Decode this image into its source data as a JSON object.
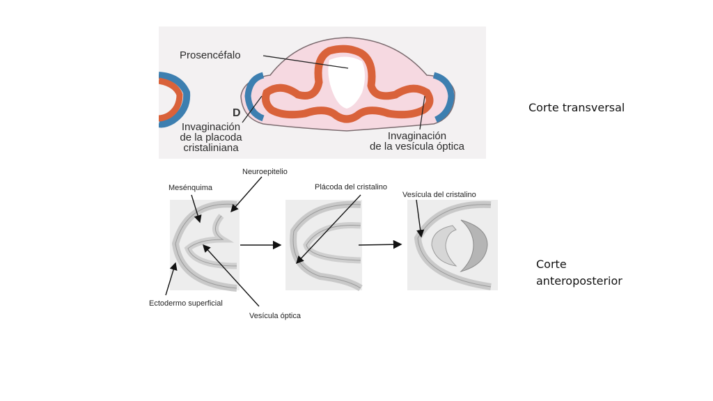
{
  "top_figure": {
    "labels": {
      "prosencefalo": "Prosencéfalo",
      "panel_letter": "D",
      "placoda_line1": "Invaginación",
      "placoda_line2": "de la placoda",
      "placoda_line3": "cristaliniana",
      "vesicula_line1": "Invaginación",
      "vesicula_line2": "de la vesícula óptica"
    },
    "colors": {
      "neural_tube": "#d9623a",
      "ectoderm_blue": "#3d7fb0",
      "mesenchyme_pink": "#f6d9e1",
      "background": "#f3f1f2"
    }
  },
  "bottom_figure": {
    "labels": {
      "mesenquima": "Mesénquima",
      "neuroepitelio": "Neuroepitelio",
      "ectodermo": "Ectodermo superficial",
      "vesicula_optica": "Vesícula óptica",
      "placoda_cristalino": "Plácoda del cristalino",
      "vesicula_cristalino": "Vesícula del cristalino"
    }
  },
  "side_labels": {
    "corte_transversal": "Corte transversal",
    "corte_antero_line1": "Corte",
    "corte_antero_line2": "anteroposterior"
  }
}
